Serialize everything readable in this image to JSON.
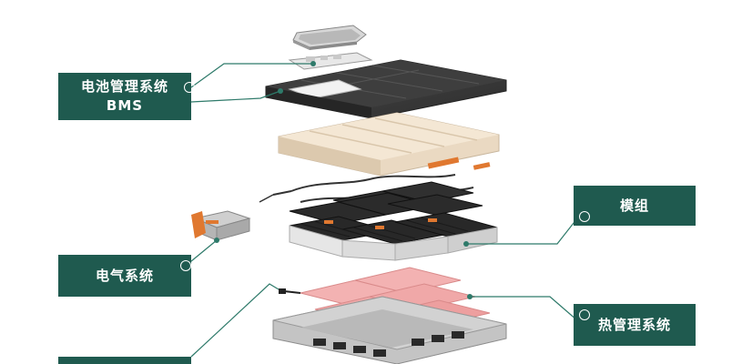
{
  "callouts": {
    "bms": {
      "line1": "电池管理系统",
      "line2": "BMS"
    },
    "electrical": {
      "text": "电气系统"
    },
    "module": {
      "text": "模组"
    },
    "thermal": {
      "text": "热管理系统"
    }
  },
  "colors": {
    "label_bg": "#1f5a4f",
    "leader_line": "#2e7a6a",
    "lid": "#3a3a3a",
    "insulation": "#f2e4cf",
    "module_cells": "#2b2b2b",
    "cooling_plates": "#f0a8a8",
    "tray": "#bfbfbf",
    "connector_orange": "#e07830"
  },
  "components": [
    "bms-board",
    "top-cover",
    "insulation-layer",
    "battery-modules",
    "wiring-harness",
    "cooling-plates",
    "lower-tray",
    "electrical-box"
  ]
}
